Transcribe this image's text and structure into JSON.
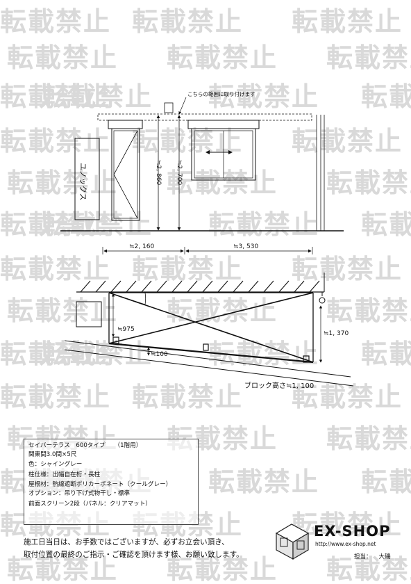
{
  "watermark": {
    "text": "転載禁止",
    "color": "#d9d9d9"
  },
  "drawing": {
    "note": "こちらの範囲に取り付けます",
    "door_label": "ユノックス",
    "height_1": "≒2, 860",
    "height_2": "≒2, 700",
    "width_1": "≒2, 160",
    "width_2": "≒3, 530",
    "left_height": "≒975",
    "right_height": "≒1, 370",
    "gap": "≒100",
    "block_height": "ブロック高さ≒1, 100"
  },
  "spec": {
    "lines": [
      "セイバーテラス　600タイプ　　（1階用）",
      "関東間3.0間×5尺",
      "色：シャイングレー",
      "柱仕様：出幅自在桁・長柱",
      "屋根材：熱線遮断ポリカーボネート（クールグレー）",
      "オプション：吊り下げ式物干し・標準",
      "前面スクリーン2段（パネル：クリアマット）"
    ]
  },
  "notice": {
    "line1": "施工日当日は、お手数ではございますが、必ずお立会い頂き、",
    "line2": "取付位置の最終のご指示・ご確認を頂けます様、お願い致します。"
  },
  "logo": {
    "brand": "EX-SHOP",
    "url": "http://www.ex-shop.net",
    "staff_label": "担当：",
    "staff_name": "大磯"
  }
}
